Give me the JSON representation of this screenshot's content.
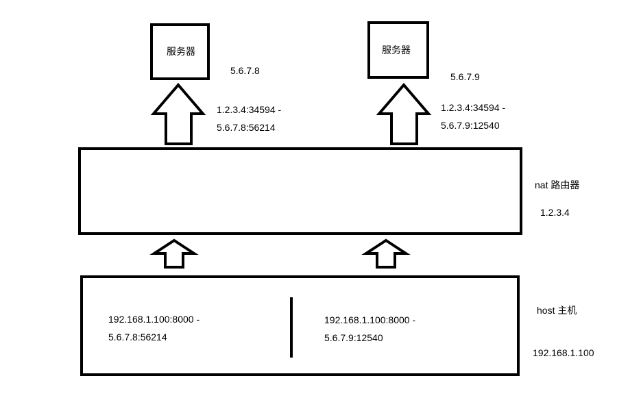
{
  "servers": [
    {
      "label": "服务器",
      "ip": "5.6.7.8",
      "mapping_line1": "1.2.3.4:34594 -",
      "mapping_line2": "5.6.7.8:56214"
    },
    {
      "label": "服务器",
      "ip": "5.6.7.9",
      "mapping_line1": "1.2.3.4:34594 -",
      "mapping_line2": "5.6.7.9:12540"
    }
  ],
  "router": {
    "label": "nat 路由器",
    "ip": "1.2.3.4"
  },
  "host": {
    "label": "host 主机",
    "ip": "192.168.1.100",
    "connections": [
      {
        "line1": "192.168.1.100:8000 -",
        "line2": "5.6.7.8:56214"
      },
      {
        "line1": "192.168.1.100:8000 -",
        "line2": "5.6.7.9:12540"
      }
    ]
  }
}
